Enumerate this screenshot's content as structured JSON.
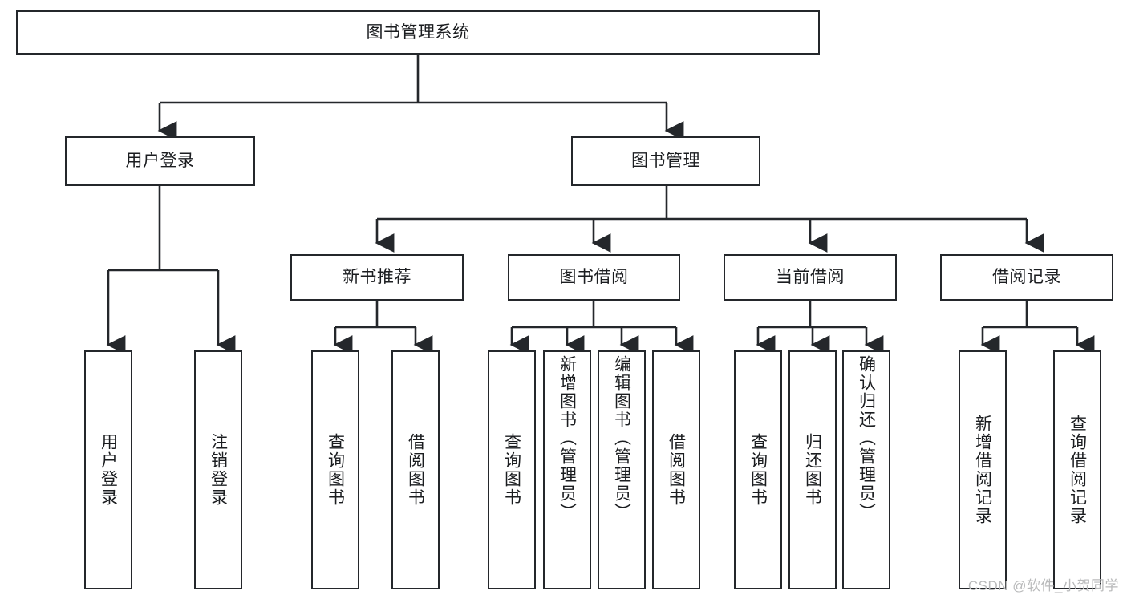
{
  "diagram": {
    "title": "图书管理系统",
    "type": "tree-hierarchy",
    "root": {
      "label": "图书管理系统"
    },
    "level2": [
      {
        "label": "用户登录"
      },
      {
        "label": "图书管理"
      }
    ],
    "level3": [
      {
        "label": "新书推荐"
      },
      {
        "label": "图书借阅"
      },
      {
        "label": "当前借阅"
      },
      {
        "label": "借阅记录"
      }
    ],
    "leaves": {
      "user_login": [
        {
          "label": "用户登录"
        },
        {
          "label": "注销登录"
        }
      ],
      "new_book_recommend": [
        {
          "label": "查询图书"
        },
        {
          "label": "借阅图书"
        }
      ],
      "book_borrow": [
        {
          "label": "查询图书"
        },
        {
          "label": "新增图书（管理员）"
        },
        {
          "label": "编辑图书（管理员）"
        },
        {
          "label": "借阅图书"
        }
      ],
      "current_borrow": [
        {
          "label": "查询图书"
        },
        {
          "label": "归还图书"
        },
        {
          "label": "确认归还（管理员）"
        }
      ],
      "borrow_record": [
        {
          "label": "新增借阅记录"
        },
        {
          "label": "查询借阅记录"
        }
      ]
    }
  },
  "watermark": {
    "text": "CSDN @软件_小贺同学"
  },
  "colors": {
    "stroke": "#24272b",
    "background": "#ffffff",
    "text": "#1b1d20",
    "watermark": "#b9babb"
  }
}
